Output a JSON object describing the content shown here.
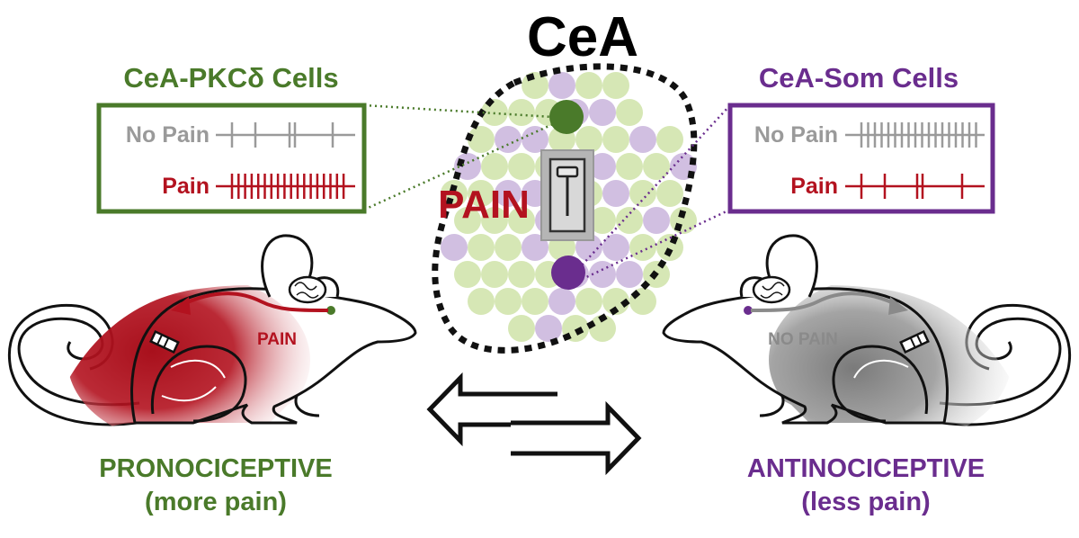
{
  "title": "CeA",
  "center_label": "PAIN",
  "left": {
    "cell_type": "CeA-PKCδ Cells",
    "row1_label": "No Pain",
    "row2_label": "Pain",
    "mouse_label": "PAIN",
    "outcome_line1": "PRONOCICEPTIVE",
    "outcome_line2": "(more pain)"
  },
  "right": {
    "cell_type": "CeA-Som Cells",
    "row1_label": "No Pain",
    "row2_label": "Pain",
    "mouse_label": "NO PAIN",
    "outcome_line1": "ANTINOCICEPTIVE",
    "outcome_line2": "(less pain)"
  },
  "colors": {
    "pkc_green": "#4a7a2a",
    "som_purple": "#6a2d8e",
    "pain_red": "#b3121f",
    "no_pain_gray": "#9a9a9a",
    "light_green": "#cfe3a8",
    "light_purple": "#c9b4dc"
  },
  "icons": {
    "switch": "slider-switch-icon",
    "arrows": "bidirectional-arrows-icon",
    "brain": "brain-icon",
    "probe": "optical-probe-icon"
  }
}
